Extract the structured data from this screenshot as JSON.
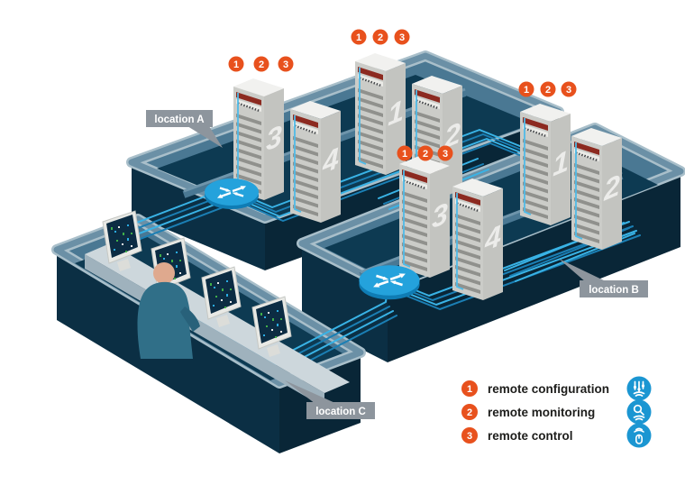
{
  "locations": [
    {
      "id": "a",
      "label": "location A"
    },
    {
      "id": "b",
      "label": "location B"
    },
    {
      "id": "c",
      "label": "location C"
    }
  ],
  "badge_numbers": [
    "1",
    "2",
    "3"
  ],
  "rack_groups": [
    {
      "location": "a",
      "position": "back",
      "racks": [
        "1",
        "2"
      ]
    },
    {
      "location": "a",
      "position": "front",
      "racks": [
        "3",
        "4"
      ]
    },
    {
      "location": "b",
      "position": "back",
      "racks": [
        "1",
        "2"
      ]
    },
    {
      "location": "b",
      "position": "front",
      "racks": [
        "3",
        "4"
      ]
    }
  ],
  "legend": {
    "items": [
      {
        "number": "1",
        "label": "remote configuration",
        "icon": "sliders-icon"
      },
      {
        "number": "2",
        "label": "remote monitoring",
        "icon": "magnifier-icon"
      },
      {
        "number": "3",
        "label": "remote control",
        "icon": "mouse-icon"
      }
    ]
  },
  "colors": {
    "accent_orange": "#e8511d",
    "router_blue": "#24a2dc",
    "cable_cyan": "#39b3e6",
    "cable_dark": "#1b7fb4",
    "floor_navy": "#0d3a52",
    "wall_blue": "#4a7893",
    "rim_gray_blue": "#a9bfca",
    "slab_navy": "#0b2f44",
    "tag_gray": "#8d959d",
    "legend_icon_blue": "#1b96d2",
    "rack_gray": "#cbccc8",
    "screen_navy": "#0c2c43",
    "label_red": "#8c2a20"
  }
}
